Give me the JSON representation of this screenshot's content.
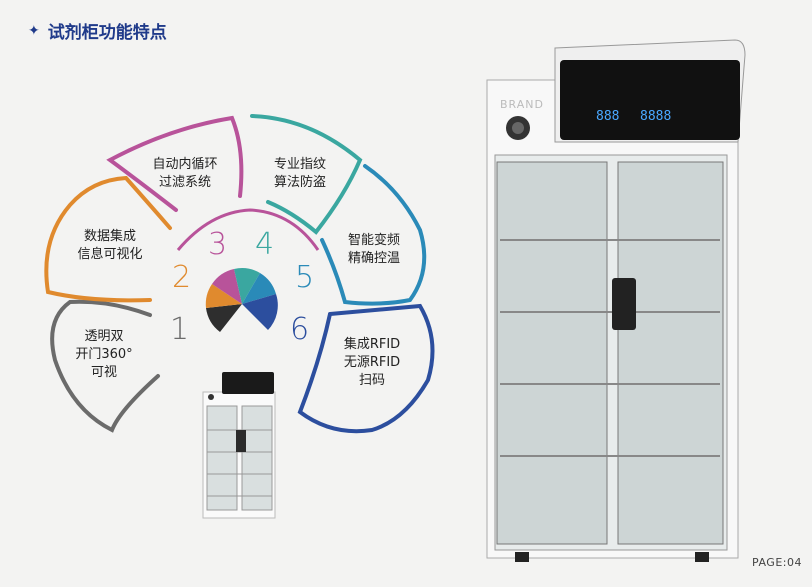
{
  "header": {
    "title": "试剂柜功能特点",
    "star_icon": "✦"
  },
  "features": [
    {
      "number": "1",
      "text": "透明双\n开门360°\n可视",
      "color": "#6b6b6b"
    },
    {
      "number": "2",
      "text": "数据集成\n信息可视化",
      "color": "#e08a2e"
    },
    {
      "number": "3",
      "text": "自动内循环\n过滤系统",
      "color": "#b8539a"
    },
    {
      "number": "4",
      "text": "专业指纹\n算法防盗",
      "color": "#3aa7a0"
    },
    {
      "number": "5",
      "text": "智能变频\n精确控温",
      "color": "#2a8ab8"
    },
    {
      "number": "6",
      "text": "集成RFID\n无源RFID\n扫码",
      "color": "#2c4e9e"
    }
  ],
  "cabinet": {
    "brand": "BRAND",
    "display_left": "888",
    "display_right": "8888"
  },
  "footer": {
    "page": "PAGE:04"
  }
}
